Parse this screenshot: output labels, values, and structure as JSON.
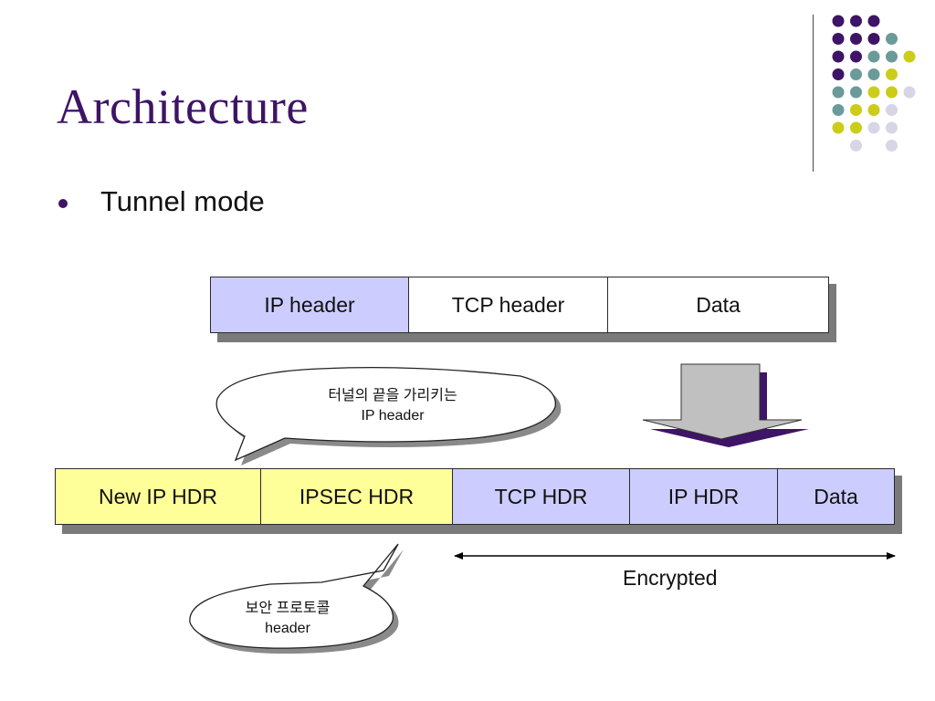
{
  "slide": {
    "title": "Architecture",
    "bullet": "Tunnel mode"
  },
  "top_packet": {
    "cells": [
      "IP header",
      "TCP header",
      "Data"
    ]
  },
  "bottom_packet": {
    "cells": [
      "New IP HDR",
      "IPSEC HDR",
      "TCP HDR",
      "IP HDR",
      "Data"
    ]
  },
  "callout_top": {
    "line1": "터널의 끝을 가리키는",
    "line2": "IP header"
  },
  "callout_bottom": {
    "line1": "보안 프로토콜",
    "line2": "header"
  },
  "encrypted_label": "Encrypted",
  "colors": {
    "title": "#3d1466",
    "packet_blue": "#ccccff",
    "packet_yellow": "#ffff99",
    "arrow_gray": "#c0c0c0",
    "arrow_purple": "#3d1466",
    "dot_purple": "#3d1466",
    "dot_teal": "#6b9a9a",
    "dot_yellow": "#cccc1a",
    "dot_lavender": "#d6d6e6"
  },
  "decoration": {
    "dot_grid": [
      [
        "purple",
        "purple",
        "purple",
        "none"
      ],
      [
        "purple",
        "purple",
        "purple",
        "teal"
      ],
      [
        "purple",
        "purple",
        "teal",
        "teal",
        "yellow"
      ],
      [
        "purple",
        "teal",
        "teal",
        "yellow"
      ],
      [
        "teal",
        "teal",
        "yellow",
        "yellow",
        "lavender"
      ],
      [
        "teal",
        "yellow",
        "yellow",
        "lavender"
      ],
      [
        "yellow",
        "yellow",
        "lavender",
        "lavender"
      ],
      [
        "none",
        "lavender",
        "none",
        "lavender"
      ]
    ]
  }
}
